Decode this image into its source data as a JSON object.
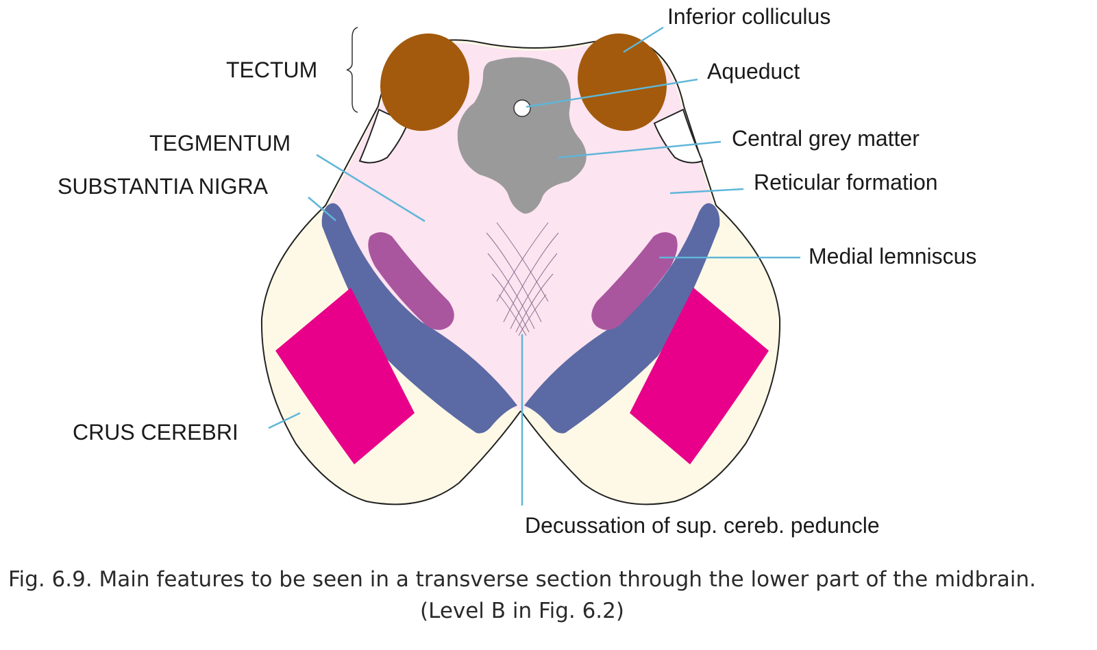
{
  "figure": {
    "labels": {
      "tectum": "TECTUM",
      "tegmentum": "TEGMENTUM",
      "substantia_nigra": "SUBSTANTIA NIGRA",
      "crus_cerebri": "CRUS CEREBRI",
      "inferior_colliculus": "Inferior colliculus",
      "aqueduct": "Aqueduct",
      "central_grey_matter": "Central grey matter",
      "reticular_formation": "Reticular formation",
      "medial_lemniscus": "Medial lemniscus",
      "decussation": "Decussation of sup. cereb. peduncle"
    },
    "caption": {
      "line1": "Fig. 6.9. Main features to be seen in a transverse section through the lower part of the midbrain.",
      "line2": "(Level B in Fig. 6.2)"
    },
    "colors": {
      "tegmentum": "#fce4f0",
      "outer_cream": "#fdf9e6",
      "colliculus": "#a35a0c",
      "central_grey": "#9a9a9a",
      "substantia_nigra": "#5b6aa4",
      "medial_lemniscus": "#a9569f",
      "crus_cerebri": "#e8008a",
      "leader_line": "#5fb6d8",
      "outline": "#222222"
    }
  }
}
